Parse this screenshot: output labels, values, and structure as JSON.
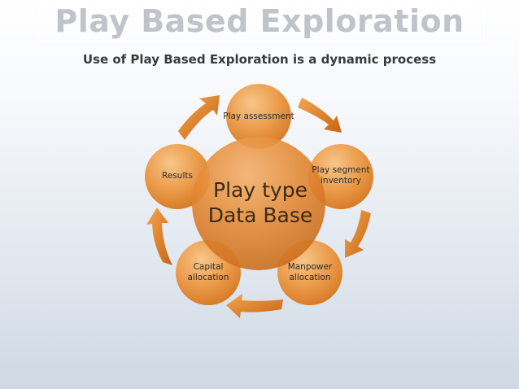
{
  "slide": {
    "title": "Play Based Exploration",
    "subtitle": "Use of Play Based Exploration is a dynamic process"
  },
  "diagram": {
    "center": "Play type\nData Base",
    "nodes": [
      {
        "label": "Play assessment"
      },
      {
        "label": "Play segment\ninventory"
      },
      {
        "label": "Manpower\nallocation"
      },
      {
        "label": "Capital\nallocation"
      },
      {
        "label": "Results"
      }
    ],
    "colors": {
      "node_fill": "#e8913d",
      "node_light": "#f6c487",
      "arrow": "#dc7c1e"
    }
  }
}
